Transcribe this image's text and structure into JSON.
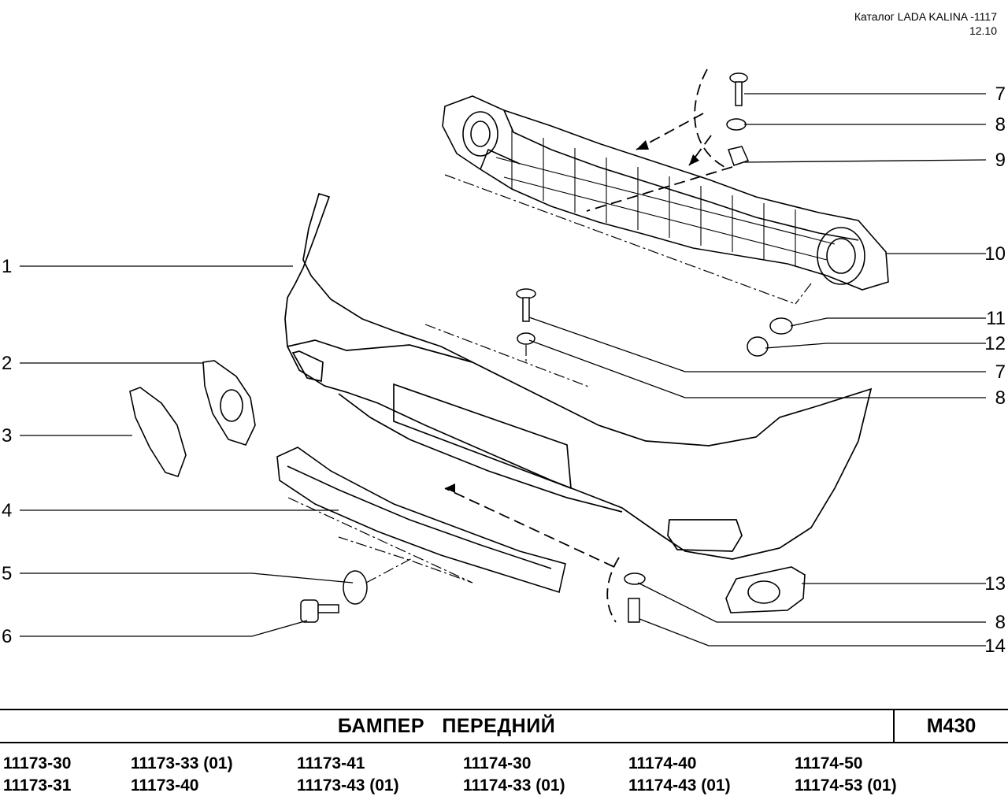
{
  "header": {
    "catalog_line": "Каталог LADA KALINA -1117",
    "date_line": "12.10"
  },
  "callouts": {
    "left": [
      "1",
      "2",
      "3",
      "4",
      "5",
      "6"
    ],
    "right": [
      "7",
      "8",
      "9",
      "10",
      "11",
      "12",
      "7",
      "8",
      "13",
      "8",
      "14"
    ]
  },
  "title_block": {
    "title": "БАМПЕР   ПЕРЕДНИЙ",
    "code": "M430"
  },
  "models": [
    [
      "11173-30",
      "11173-31"
    ],
    [
      "11173-33 (01)",
      "11173-40"
    ],
    [
      "11173-41",
      "11173-43 (01)"
    ],
    [
      "11174-30",
      "11174-33 (01)"
    ],
    [
      "11174-40",
      "11174-43 (01)"
    ],
    [
      "11174-50",
      "11174-53 (01)"
    ]
  ],
  "colors": {
    "line": "#000000",
    "background": "#ffffff"
  }
}
